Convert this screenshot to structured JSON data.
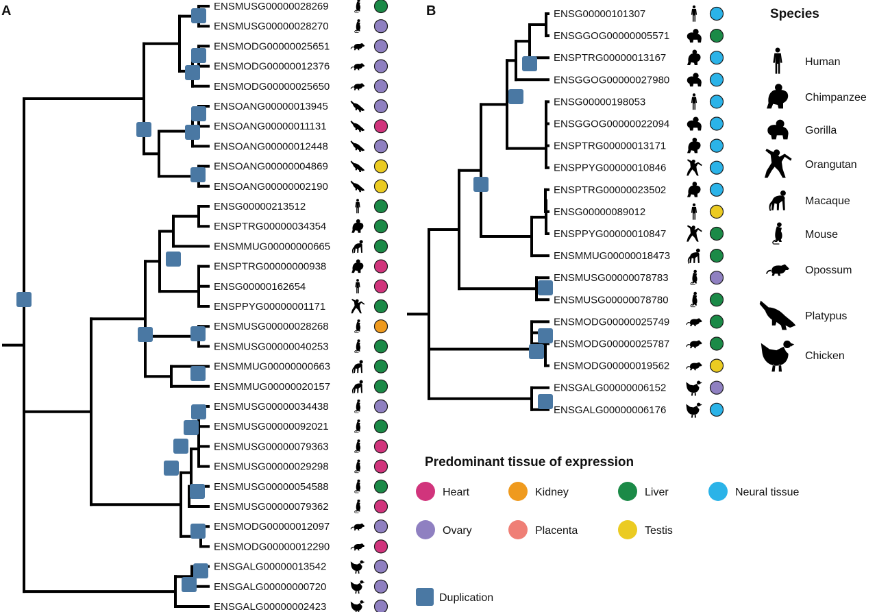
{
  "colors": {
    "duplication": "#4a78a3",
    "tissues": {
      "Heart": "#d1347c",
      "Kidney": "#ef9a1e",
      "Liver": "#1b8a47",
      "Neural tissue": "#2bb3e8",
      "Ovary": "#8f80c1",
      "Placenta": "#ef7f76",
      "Testis": "#ebcb22"
    }
  },
  "panelA": {
    "label": "A",
    "tips": [
      {
        "gene": "ENSMUSG00000028269",
        "species": "Mouse",
        "tissue": "Liver"
      },
      {
        "gene": "ENSMUSG00000028270",
        "species": "Mouse",
        "tissue": "Ovary"
      },
      {
        "gene": "ENSMODG00000025651",
        "species": "Opossum",
        "tissue": "Ovary"
      },
      {
        "gene": "ENSMODG00000012376",
        "species": "Opossum",
        "tissue": "Ovary"
      },
      {
        "gene": "ENSMODG00000025650",
        "species": "Opossum",
        "tissue": "Ovary"
      },
      {
        "gene": "ENSOANG00000013945",
        "species": "Platypus",
        "tissue": "Ovary"
      },
      {
        "gene": "ENSOANG00000011131",
        "species": "Platypus",
        "tissue": "Heart"
      },
      {
        "gene": "ENSOANG00000012448",
        "species": "Platypus",
        "tissue": "Ovary"
      },
      {
        "gene": "ENSOANG00000004869",
        "species": "Platypus",
        "tissue": "Testis"
      },
      {
        "gene": "ENSOANG00000002190",
        "species": "Platypus",
        "tissue": "Testis"
      },
      {
        "gene": "ENSG00000213512",
        "species": "Human",
        "tissue": "Liver"
      },
      {
        "gene": "ENSPTRG00000034354",
        "species": "Chimpanzee",
        "tissue": "Liver"
      },
      {
        "gene": "ENSMMUG00000000665",
        "species": "Macaque",
        "tissue": "Liver"
      },
      {
        "gene": "ENSPTRG00000000938",
        "species": "Chimpanzee",
        "tissue": "Heart"
      },
      {
        "gene": "ENSG00000162654",
        "species": "Human",
        "tissue": "Heart"
      },
      {
        "gene": "ENSPPYG00000001171",
        "species": "Orangutan",
        "tissue": "Liver"
      },
      {
        "gene": "ENSMUSG00000028268",
        "species": "Mouse",
        "tissue": "Kidney"
      },
      {
        "gene": "ENSMUSG00000040253",
        "species": "Mouse",
        "tissue": "Liver"
      },
      {
        "gene": "ENSMMUG00000000663",
        "species": "Macaque",
        "tissue": "Liver"
      },
      {
        "gene": "ENSMMUG00000020157",
        "species": "Macaque",
        "tissue": "Liver"
      },
      {
        "gene": "ENSMUSG00000034438",
        "species": "Mouse",
        "tissue": "Ovary"
      },
      {
        "gene": "ENSMUSG00000092021",
        "species": "Mouse",
        "tissue": "Liver"
      },
      {
        "gene": "ENSMUSG00000079363",
        "species": "Mouse",
        "tissue": "Heart"
      },
      {
        "gene": "ENSMUSG00000029298",
        "species": "Mouse",
        "tissue": "Heart"
      },
      {
        "gene": "ENSMUSG00000054588",
        "species": "Mouse",
        "tissue": "Liver"
      },
      {
        "gene": "ENSMUSG00000079362",
        "species": "Mouse",
        "tissue": "Heart"
      },
      {
        "gene": "ENSMODG00000012097",
        "species": "Opossum",
        "tissue": "Ovary"
      },
      {
        "gene": "ENSMODG00000012290",
        "species": "Opossum",
        "tissue": "Heart"
      },
      {
        "gene": "ENSGALG00000013542",
        "species": "Chicken",
        "tissue": "Ovary"
      },
      {
        "gene": "ENSGALG00000000720",
        "species": "Chicken",
        "tissue": "Ovary"
      },
      {
        "gene": "ENSGALG00000002423",
        "species": "Chicken",
        "tissue": "Ovary"
      }
    ]
  },
  "panelB": {
    "label": "B",
    "tips": [
      {
        "gene": "ENSG00000101307",
        "species": "Human",
        "tissue": "Neural tissue"
      },
      {
        "gene": "ENSGGOG00000005571",
        "species": "Gorilla",
        "tissue": "Liver"
      },
      {
        "gene": "ENSPTRG00000013167",
        "species": "Chimpanzee",
        "tissue": "Neural tissue"
      },
      {
        "gene": "ENSGGOG00000027980",
        "species": "Gorilla",
        "tissue": "Neural tissue"
      },
      {
        "gene": "ENSG00000198053",
        "species": "Human",
        "tissue": "Neural tissue"
      },
      {
        "gene": "ENSGGOG00000022094",
        "species": "Gorilla",
        "tissue": "Neural tissue"
      },
      {
        "gene": "ENSPTRG00000013171",
        "species": "Chimpanzee",
        "tissue": "Neural tissue"
      },
      {
        "gene": "ENSPPYG00000010846",
        "species": "Orangutan",
        "tissue": "Neural tissue"
      },
      {
        "gene": "ENSPTRG00000023502",
        "species": "Chimpanzee",
        "tissue": "Neural tissue"
      },
      {
        "gene": "ENSG00000089012",
        "species": "Human",
        "tissue": "Testis"
      },
      {
        "gene": "ENSPPYG00000010847",
        "species": "Orangutan",
        "tissue": "Liver"
      },
      {
        "gene": "ENSMMUG00000018473",
        "species": "Macaque",
        "tissue": "Liver"
      },
      {
        "gene": "ENSMUSG00000078783",
        "species": "Mouse",
        "tissue": "Ovary"
      },
      {
        "gene": "ENSMUSG00000078780",
        "species": "Mouse",
        "tissue": "Liver"
      },
      {
        "gene": "ENSMODG00000025749",
        "species": "Opossum",
        "tissue": "Liver"
      },
      {
        "gene": "ENSMODG00000025787",
        "species": "Opossum",
        "tissue": "Liver"
      },
      {
        "gene": "ENSMODG00000019562",
        "species": "Opossum",
        "tissue": "Testis"
      },
      {
        "gene": "ENSGALG00000006152",
        "species": "Chicken",
        "tissue": "Ovary"
      },
      {
        "gene": "ENSGALG00000006176",
        "species": "Chicken",
        "tissue": "Neural tissue"
      }
    ]
  },
  "species_legend": {
    "title": "Species",
    "items": [
      "Human",
      "Chimpanzee",
      "Gorilla",
      "Orangutan",
      "Macaque",
      "Mouse",
      "Opossum",
      "Platypus",
      "Chicken"
    ]
  },
  "tissue_legend": {
    "title": "Predominant tissue of expression",
    "items": [
      "Heart",
      "Kidney",
      "Liver",
      "Neural tissue",
      "Ovary",
      "Placenta",
      "Testis"
    ]
  },
  "duplication_legend": {
    "label": "Duplication"
  }
}
